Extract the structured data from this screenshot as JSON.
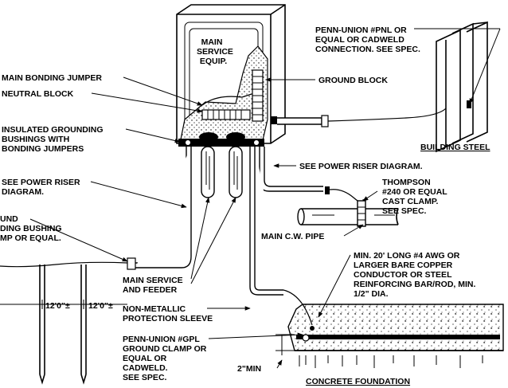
{
  "labels": {
    "main_service_equip": [
      "MAIN",
      "SERVICE",
      "EQUIP."
    ],
    "main_bonding_jumper": "MAIN BONDING JUMPER",
    "neutral_block": "NEUTRAL BLOCK",
    "insulated_grounding": [
      "INSULATED GROUNDING",
      "BUSHINGS WITH",
      "BONDING JUMPERS"
    ],
    "see_power_riser_left": [
      "SEE POWER RISER",
      "DIAGRAM."
    ],
    "ground_bushing": [
      "UND",
      "DING BUSHING",
      "MP OR EQUAL."
    ],
    "dim_left": "12'0\"±",
    "dim_right": "12'0\"±",
    "main_service_feeder": [
      "MAIN SERVICE",
      "AND FEEDER"
    ],
    "non_metallic_sleeve": [
      "NON-METALLIC",
      "PROTECTION SLEEVE"
    ],
    "penn_union_gpl": [
      "PENN-UNION #GPL",
      "GROUND CLAMP OR",
      "EQUAL OR",
      "CADWELD.",
      "SEE SPEC."
    ],
    "two_min": "2\"MIN",
    "penn_union_pnl": [
      "PENN-UNION #PNL OR",
      "EQUAL OR CADWELD",
      "CONNECTION. SEE SPEC."
    ],
    "ground_block": "GROUND BLOCK",
    "building_steel": "BUILDING STEEL",
    "see_power_riser_right": "SEE POWER RISER DIAGRAM.",
    "thompson": [
      "THOMPSON",
      "#240 OR EQUAL",
      "CAST CLAMP.",
      "SEE SPEC."
    ],
    "main_cw_pipe": "MAIN C.W. PIPE",
    "min_20_conductor": [
      "MIN. 20' LONG #4 AWG OR",
      "LARGER BARE COPPER",
      "CONDUCTOR OR STEEL",
      "REINFORCING BAR/ROD, MIN.",
      "1/2\" DIA."
    ],
    "concrete_foundation": "CONCRETE FOUNDATION"
  }
}
